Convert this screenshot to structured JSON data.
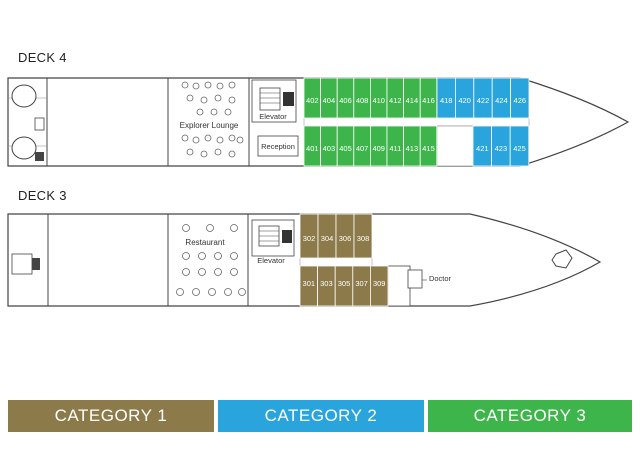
{
  "decks": [
    {
      "title": "DECK 4",
      "rooms": {
        "lounge": "Explorer Lounge",
        "elevator": "Elevator",
        "reception": "Reception"
      },
      "cabins": {
        "top_green": [
          "402",
          "404",
          "406",
          "408",
          "410",
          "412",
          "414",
          "416"
        ],
        "top_blue": [
          "418",
          "420",
          "422",
          "424",
          "426"
        ],
        "bottom_green": [
          "401",
          "403",
          "405",
          "407",
          "409",
          "411",
          "413",
          "415"
        ],
        "bottom_blue": [
          "421",
          "423",
          "425"
        ]
      }
    },
    {
      "title": "DECK 3",
      "rooms": {
        "restaurant": "Restaurant",
        "elevator": "Elevator",
        "doctor": "Doctor"
      },
      "cabins": {
        "top": [
          "302",
          "304",
          "306",
          "308"
        ],
        "bottom": [
          "301",
          "303",
          "305",
          "307",
          "309"
        ]
      }
    }
  ],
  "legend": [
    {
      "label": "CATEGORY 1",
      "color": "#8c7a4a"
    },
    {
      "label": "CATEGORY 2",
      "color": "#2aa4dc"
    },
    {
      "label": "CATEGORY 3",
      "color": "#3db54a"
    }
  ],
  "colors": {
    "category1": "#8c7a4a",
    "category2": "#2aa4dc",
    "category3": "#3db54a"
  }
}
